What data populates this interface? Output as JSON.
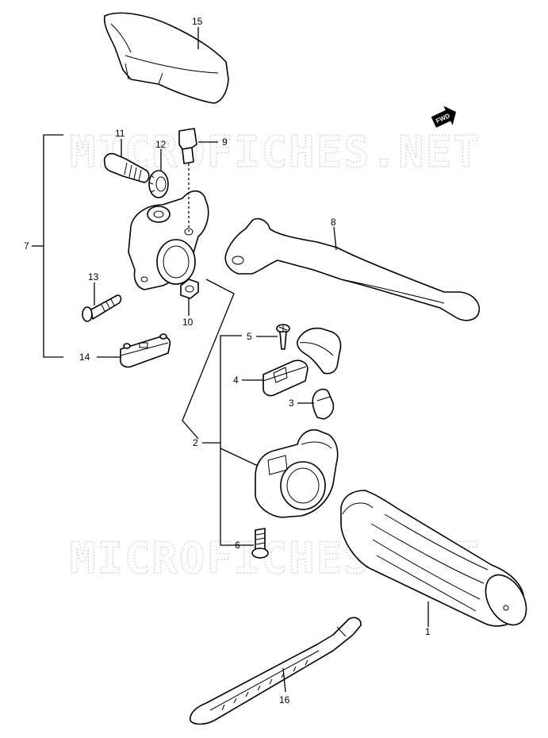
{
  "watermark": {
    "text": "MICROFICHES.NET"
  },
  "badge": {
    "label": "FWD"
  },
  "callouts": {
    "p1": "1",
    "p2": "2",
    "p3": "3",
    "p4": "4",
    "p5": "5",
    "p6": "6",
    "p7": "7",
    "p8": "8",
    "p9": "9",
    "p10": "10",
    "p11": "11",
    "p12": "12",
    "p13": "13",
    "p14": "14",
    "p15": "15",
    "p16": "16"
  }
}
